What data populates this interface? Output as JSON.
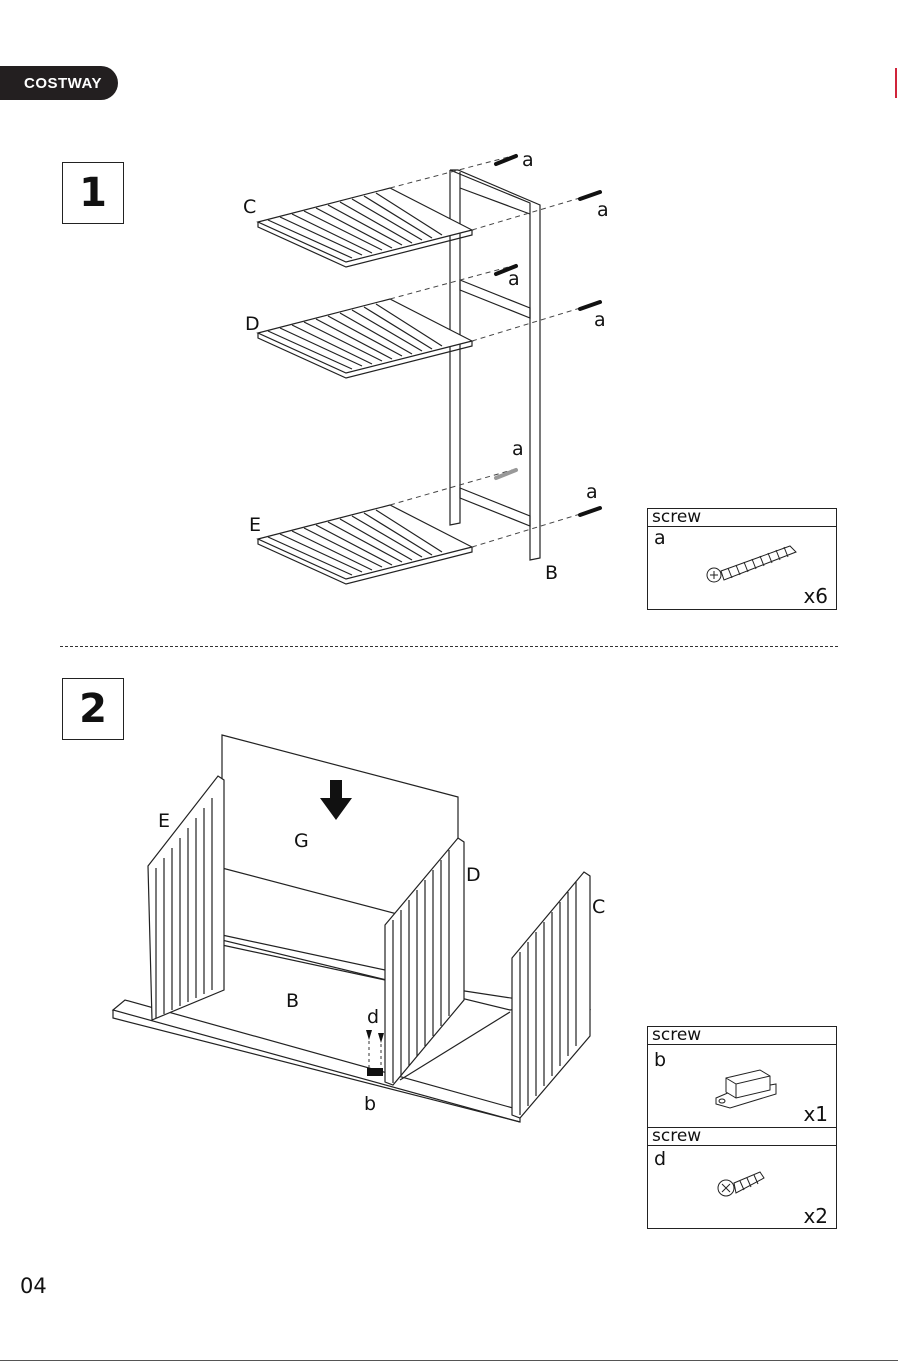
{
  "header": {
    "brand": "COSTWAY"
  },
  "steps": [
    {
      "number": "1",
      "labels": {
        "C": "C",
        "D": "D",
        "E": "E",
        "B": "B",
        "a1": "a",
        "a2": "a",
        "a3": "a",
        "a4": "a",
        "a5": "a",
        "a6": "a"
      },
      "part": {
        "heading": "screw",
        "letter": "a",
        "qty": "x6"
      }
    },
    {
      "number": "2",
      "labels": {
        "E": "E",
        "G": "G",
        "D": "D",
        "C": "C",
        "B": "B",
        "d": "d",
        "b": "b"
      },
      "parts": [
        {
          "heading": "screw",
          "letter": "b",
          "qty": "x1"
        },
        {
          "heading": "screw",
          "letter": "d",
          "qty": "x2"
        }
      ]
    }
  ],
  "footer": {
    "page_number": "04"
  }
}
